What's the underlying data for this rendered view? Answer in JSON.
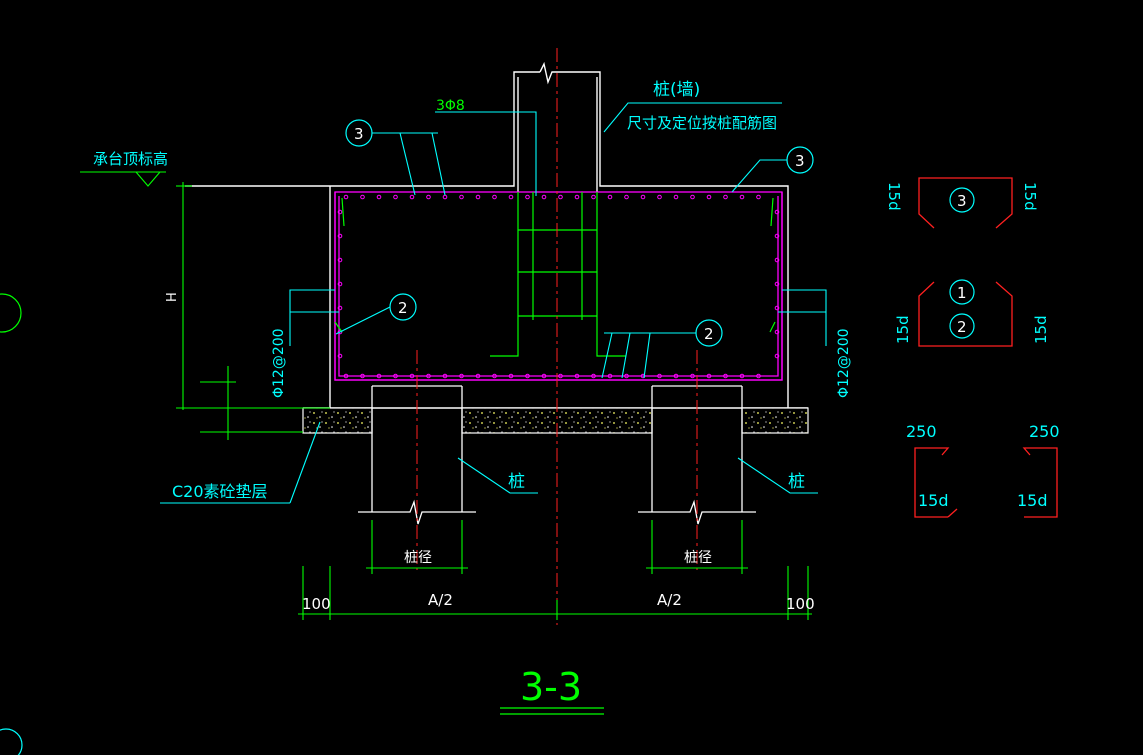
{
  "drawing": {
    "section_title": "3-3",
    "labels": {
      "cap_top": "承台顶标高",
      "height": "H",
      "pile_wall": "桩(墙)",
      "pile_wall_note": "尺寸及定位按桩配筋图",
      "top_bars": "3Φ8",
      "side_bars_left": "Φ12@200",
      "side_bars_right": "Φ12@200",
      "cushion": "C20素砼垫层",
      "pile_left": "桩",
      "pile_right": "桩",
      "pile_dia_left": "桩径",
      "pile_dia_right": "桩径",
      "dim_left_edge": "100",
      "dim_half_left": "A/2",
      "dim_half_right": "A/2",
      "dim_right_edge": "100"
    },
    "callouts": {
      "top_left": "3",
      "top_right": "3",
      "mid_left": "2",
      "mid_right": "2"
    },
    "details": {
      "d1_number": "3",
      "d1_left": "15d",
      "d1_right": "15d",
      "d2_number_top": "1",
      "d2_number_bottom": "2",
      "d2_left": "15d",
      "d2_right": "15d",
      "d3_top": "250",
      "d3_bottom": "15d",
      "d4_top": "250",
      "d4_bottom": "15d"
    },
    "colors": {
      "outline": "#ffffff",
      "rebar": "#ff00ff",
      "annotation": "#00ffff",
      "leader": "#00ff00",
      "centerline": "#ff2020",
      "background": "#000000"
    }
  }
}
